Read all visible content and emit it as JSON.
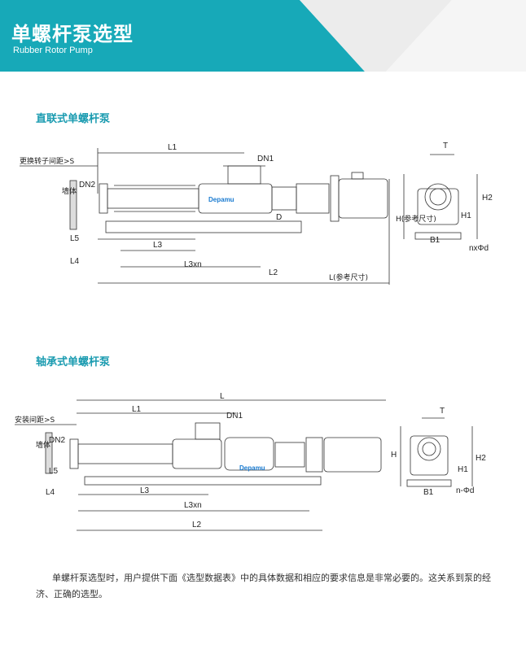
{
  "header": {
    "title": "单螺杆泵选型",
    "subtitle": "Rubber Rotor Pump",
    "accent_color": "#17a9b8"
  },
  "section1": {
    "title": "直联式单螺杆泵",
    "labels": {
      "L1": "L1",
      "DN1": "DN1",
      "DN2": "DN2",
      "S": "更换转子间距>S",
      "wall": "墙体",
      "L5": "L5",
      "L4": "L4",
      "L3": "L3",
      "L3xn": "L3xn",
      "L2": "L2",
      "L": "L(参考尺寸)",
      "T": "T",
      "H": "H(参考尺寸)",
      "H1": "H1",
      "H2": "H2",
      "B1": "B1",
      "nphid": "nxΦd",
      "brand": "Depamu",
      "D": "D"
    }
  },
  "section2": {
    "title": "轴承式单螺杆泵",
    "labels": {
      "L": "L",
      "L1": "L1",
      "DN1": "DN1",
      "DN2": "DN2",
      "S": "安装间距>S",
      "wall": "墙体",
      "L5": "L5",
      "L4": "L4",
      "L3": "L3",
      "L3xn": "L3xn",
      "L2": "L2",
      "T": "T",
      "H": "H",
      "H1": "H1",
      "H2": "H2",
      "B1": "B1",
      "nphid": "n-Φd",
      "brand": "Depamu"
    }
  },
  "paragraph": "单螺杆泵选型时，用户提供下面《选型数据表》中的具体数据和相应的要求信息是非常必要的。这关系到泵的经济、正确的选型。"
}
